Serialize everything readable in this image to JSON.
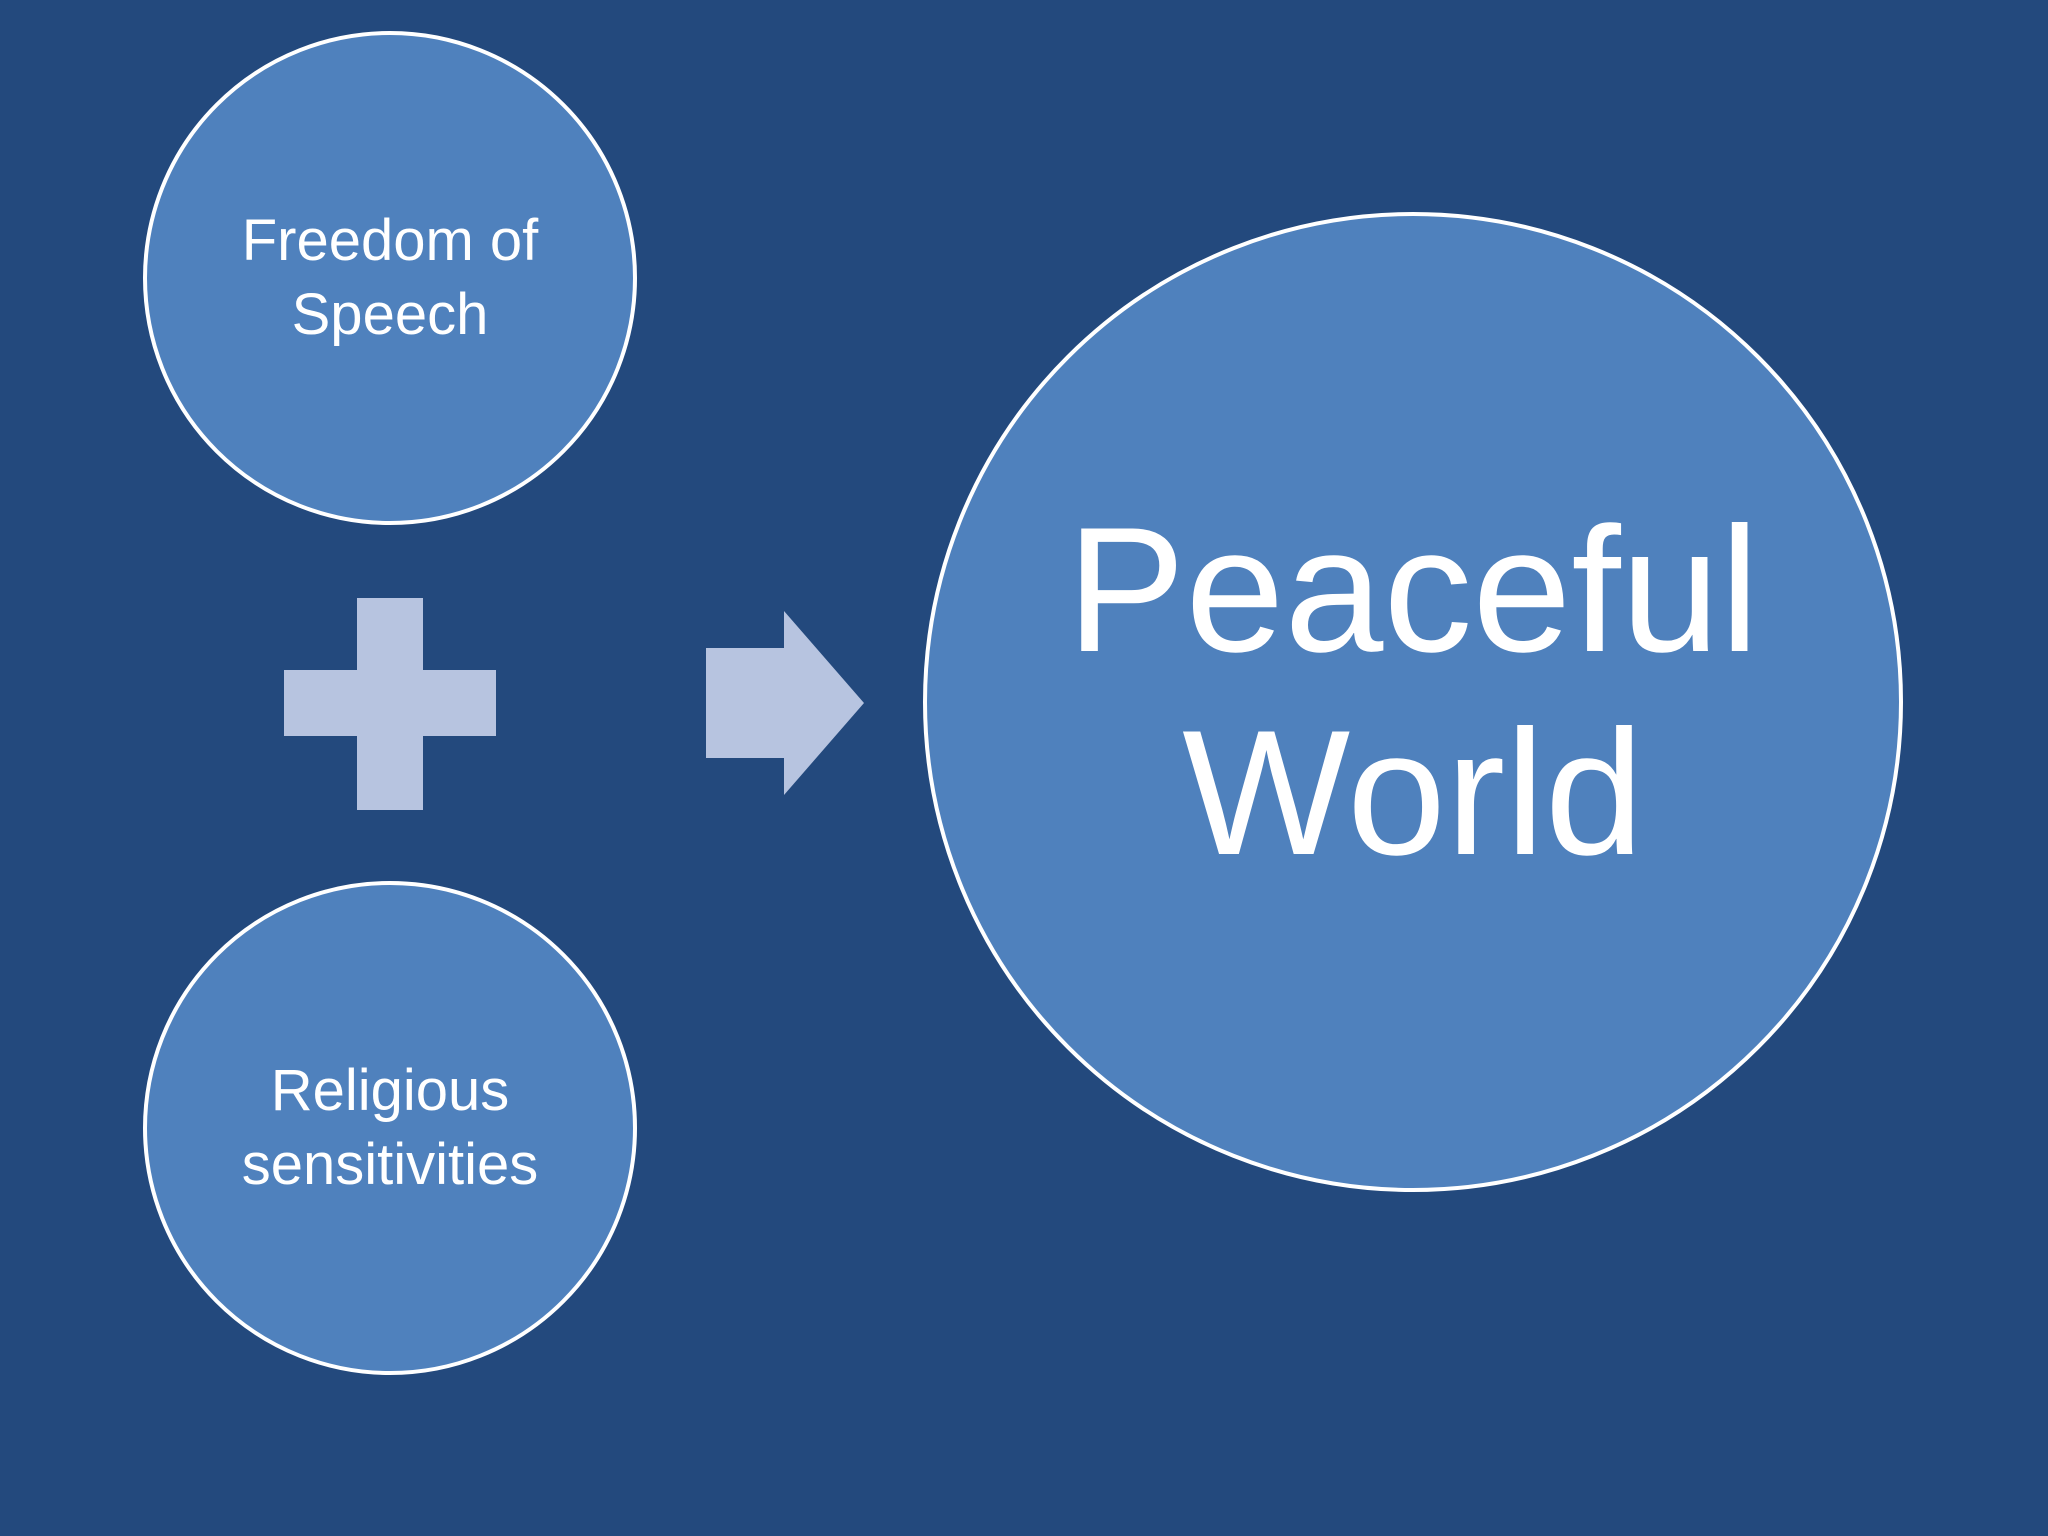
{
  "slide": {
    "background_color": "#23497d",
    "circle_fill_color": "#4f81bd",
    "circle_border_color": "#ffffff",
    "connector_color": "#b7c4e0"
  },
  "inputs": [
    {
      "label": "Freedom of\nSpeech"
    },
    {
      "label": "Religious\nsensitivities"
    }
  ],
  "operator": {
    "icon": "plus-icon"
  },
  "connector": {
    "icon": "arrow-right-icon"
  },
  "result": {
    "label": "Peaceful\nWorld"
  }
}
